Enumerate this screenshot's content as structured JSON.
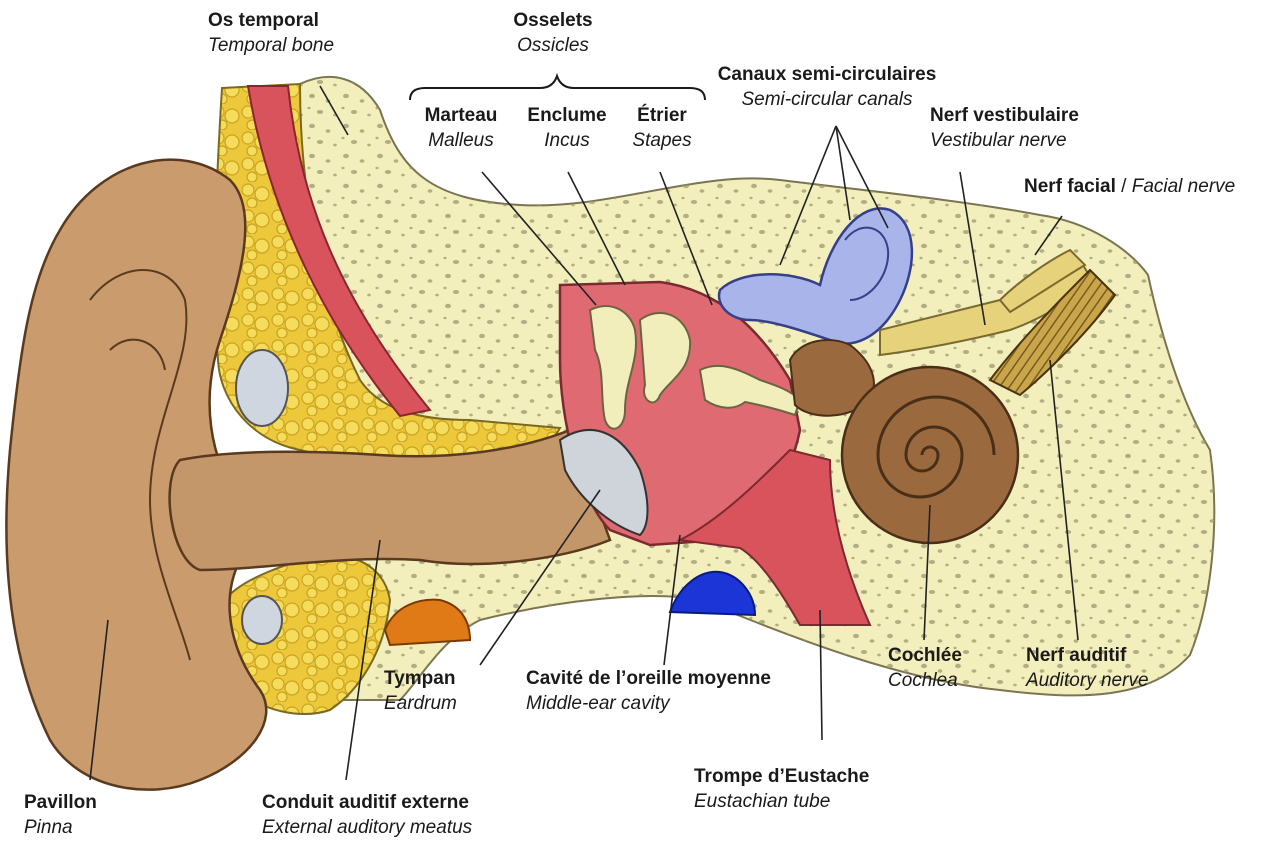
{
  "labels": {
    "os_temporal": {
      "fr": "Os temporal",
      "en": "Temporal bone"
    },
    "osselets": {
      "fr": "Osselets",
      "en": "Ossicles"
    },
    "marteau": {
      "fr": "Marteau",
      "en": "Malleus"
    },
    "enclume": {
      "fr": "Enclume",
      "en": "Incus"
    },
    "etrier": {
      "fr": "Étrier",
      "en": "Stapes"
    },
    "canaux": {
      "fr": "Canaux semi-circulaires",
      "en": "Semi-circular canals"
    },
    "nerf_vestibulaire": {
      "fr": "Nerf vestibulaire",
      "en": "Vestibular nerve"
    },
    "nerf_facial": {
      "fr": "Nerf facial",
      "sep": " / ",
      "en": "Facial nerve"
    },
    "tympan": {
      "fr": "Tympan",
      "en": "Eardrum"
    },
    "cavite": {
      "fr": "Cavité de l’oreille moyenne",
      "en": "Middle-ear cavity"
    },
    "cochlee": {
      "fr": "Cochlée",
      "en": "Cochlea"
    },
    "nerf_auditif": {
      "fr": "Nerf auditif",
      "en": "Auditory nerve"
    },
    "trompe": {
      "fr": "Trompe d’Eustache",
      "en": "Eustachian tube"
    },
    "pavillon": {
      "fr": "Pavillon",
      "en": "Pinna"
    },
    "conduit": {
      "fr": "Conduit auditif externe",
      "en": "External auditory meatus"
    }
  },
  "colors": {
    "bone": "#f3efbd",
    "bone_pores": "#9c9770",
    "skin": "#c79a6c",
    "fat": "#ecc83a",
    "muscle": "#d9535c",
    "middle_ear": "#e06a72",
    "ossicles": "#f2eebc",
    "canals": "#a9b4ea",
    "cochlea": "#9a6a3e",
    "nerve": "#e6d27a",
    "eardrum": "#cfd3da",
    "blue": "#1b35d6",
    "orange": "#e07a17"
  }
}
